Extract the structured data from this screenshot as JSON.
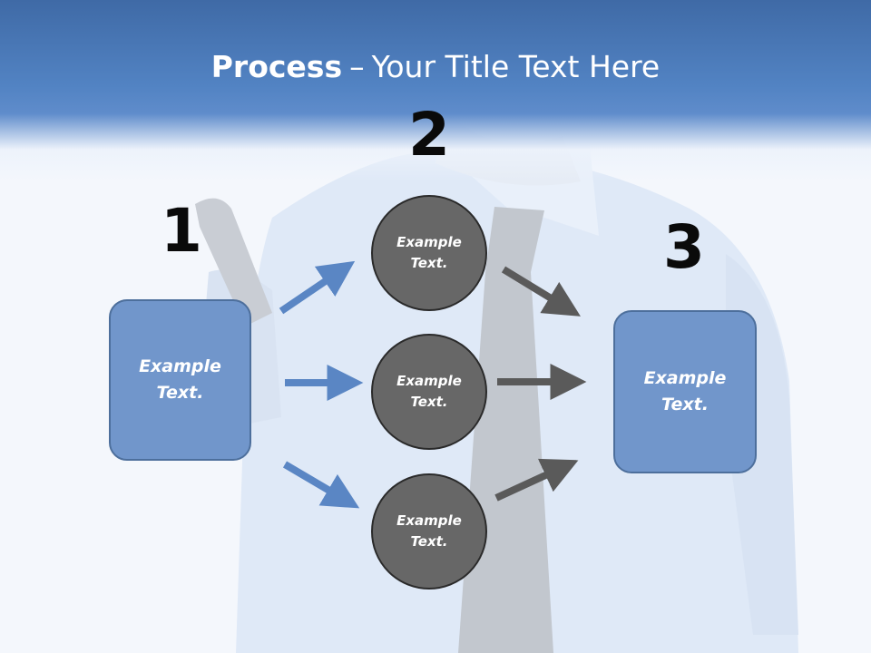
{
  "title": {
    "bold": "Process",
    "separator": "–",
    "rest": "Your Title Text Here"
  },
  "steps": {
    "one": "1",
    "two": "2",
    "three": "3"
  },
  "source_box": {
    "line1": "Example",
    "line2": "Text."
  },
  "nodes": [
    {
      "line1": "Example",
      "line2": "Text."
    },
    {
      "line1": "Example",
      "line2": "Text."
    },
    {
      "line1": "Example",
      "line2": "Text."
    }
  ],
  "target_box": {
    "line1": "Example",
    "line2": "Text."
  },
  "colors": {
    "header": "#4f7fbf",
    "box_fill": "#7196cb",
    "box_border": "#4d6f9c",
    "node_fill": "#676767",
    "node_border": "#2a2a2a",
    "arrow_blue": "#5a86c4",
    "arrow_gray": "#5a5a5a"
  }
}
